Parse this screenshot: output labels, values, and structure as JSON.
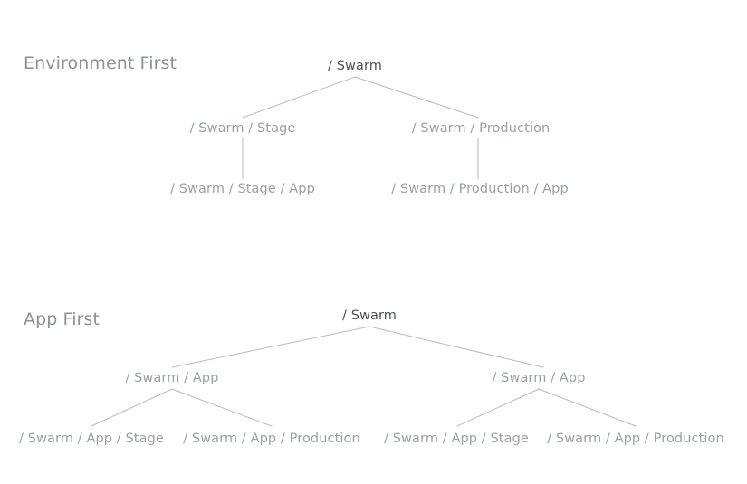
{
  "page": {
    "background": "#ffffff",
    "root_node_color": "#4a5056",
    "child_node_color": "#9aa0a6",
    "heading_color": "#8c9196",
    "edge_color": "#b9babc"
  },
  "sections": [
    {
      "id": "environment-first",
      "heading": "Environment First",
      "nodes": {
        "root": "/ Swarm",
        "level1_left": "/ Swarm / Stage",
        "level1_right": "/ Swarm / Production",
        "level2_left": "/ Swarm / Stage / App",
        "level2_right": "/ Swarm / Production / App"
      }
    },
    {
      "id": "app-first",
      "heading": "App First",
      "nodes": {
        "root": "/ Swarm",
        "level1_left": "/ Swarm / App",
        "level1_right": "/ Swarm / App",
        "level2_a": "/ Swarm / App / Stage",
        "level2_b": "/ Swarm / App / Production",
        "level2_c": "/ Swarm / App / Stage",
        "level2_d": "/ Swarm / App / Production"
      }
    }
  ]
}
